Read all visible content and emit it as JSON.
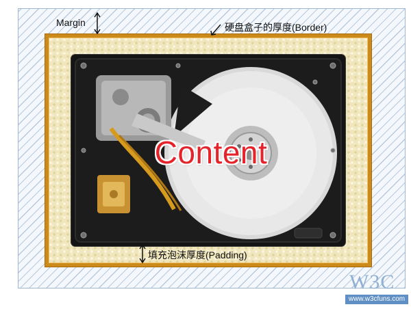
{
  "labels": {
    "margin": "Margin",
    "border": "硬盘盒子的厚度(Border)",
    "padding": "填充泡沫厚度(Padding)",
    "content": "Content"
  },
  "logo": {
    "mark": "W3C",
    "url": "www.w3cfuns.com"
  },
  "icons": [
    "double-arrow-vertical-icon",
    "arrow-diagonal-icon"
  ],
  "colors": {
    "margin_hatch": "#b9c9dc",
    "border_gold": "#cc8a1a",
    "padding_foam": "#efe6bd",
    "content_bg": "#121212",
    "content_text": "#e4232a",
    "logo_blue": "#5f8fc4"
  }
}
